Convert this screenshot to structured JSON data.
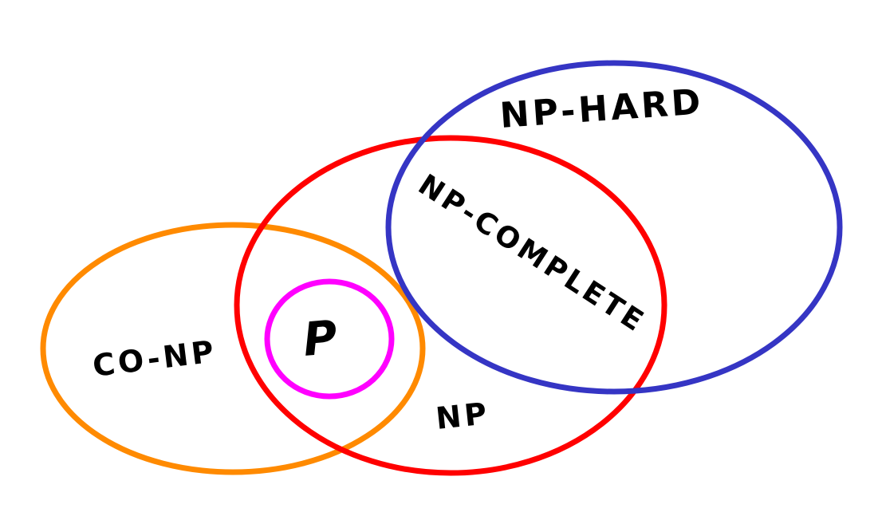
{
  "diagram": {
    "sets": [
      {
        "id": "np-hard",
        "label": "NP-HARD",
        "color": "#3535c4"
      },
      {
        "id": "np",
        "label": "NP",
        "color": "#ff0000"
      },
      {
        "id": "co-np",
        "label": "CO-NP",
        "color": "#ff8a00"
      },
      {
        "id": "p",
        "label": "P",
        "color": "#ff00ff"
      }
    ],
    "intersection_label": "NP-COMPLETE"
  }
}
